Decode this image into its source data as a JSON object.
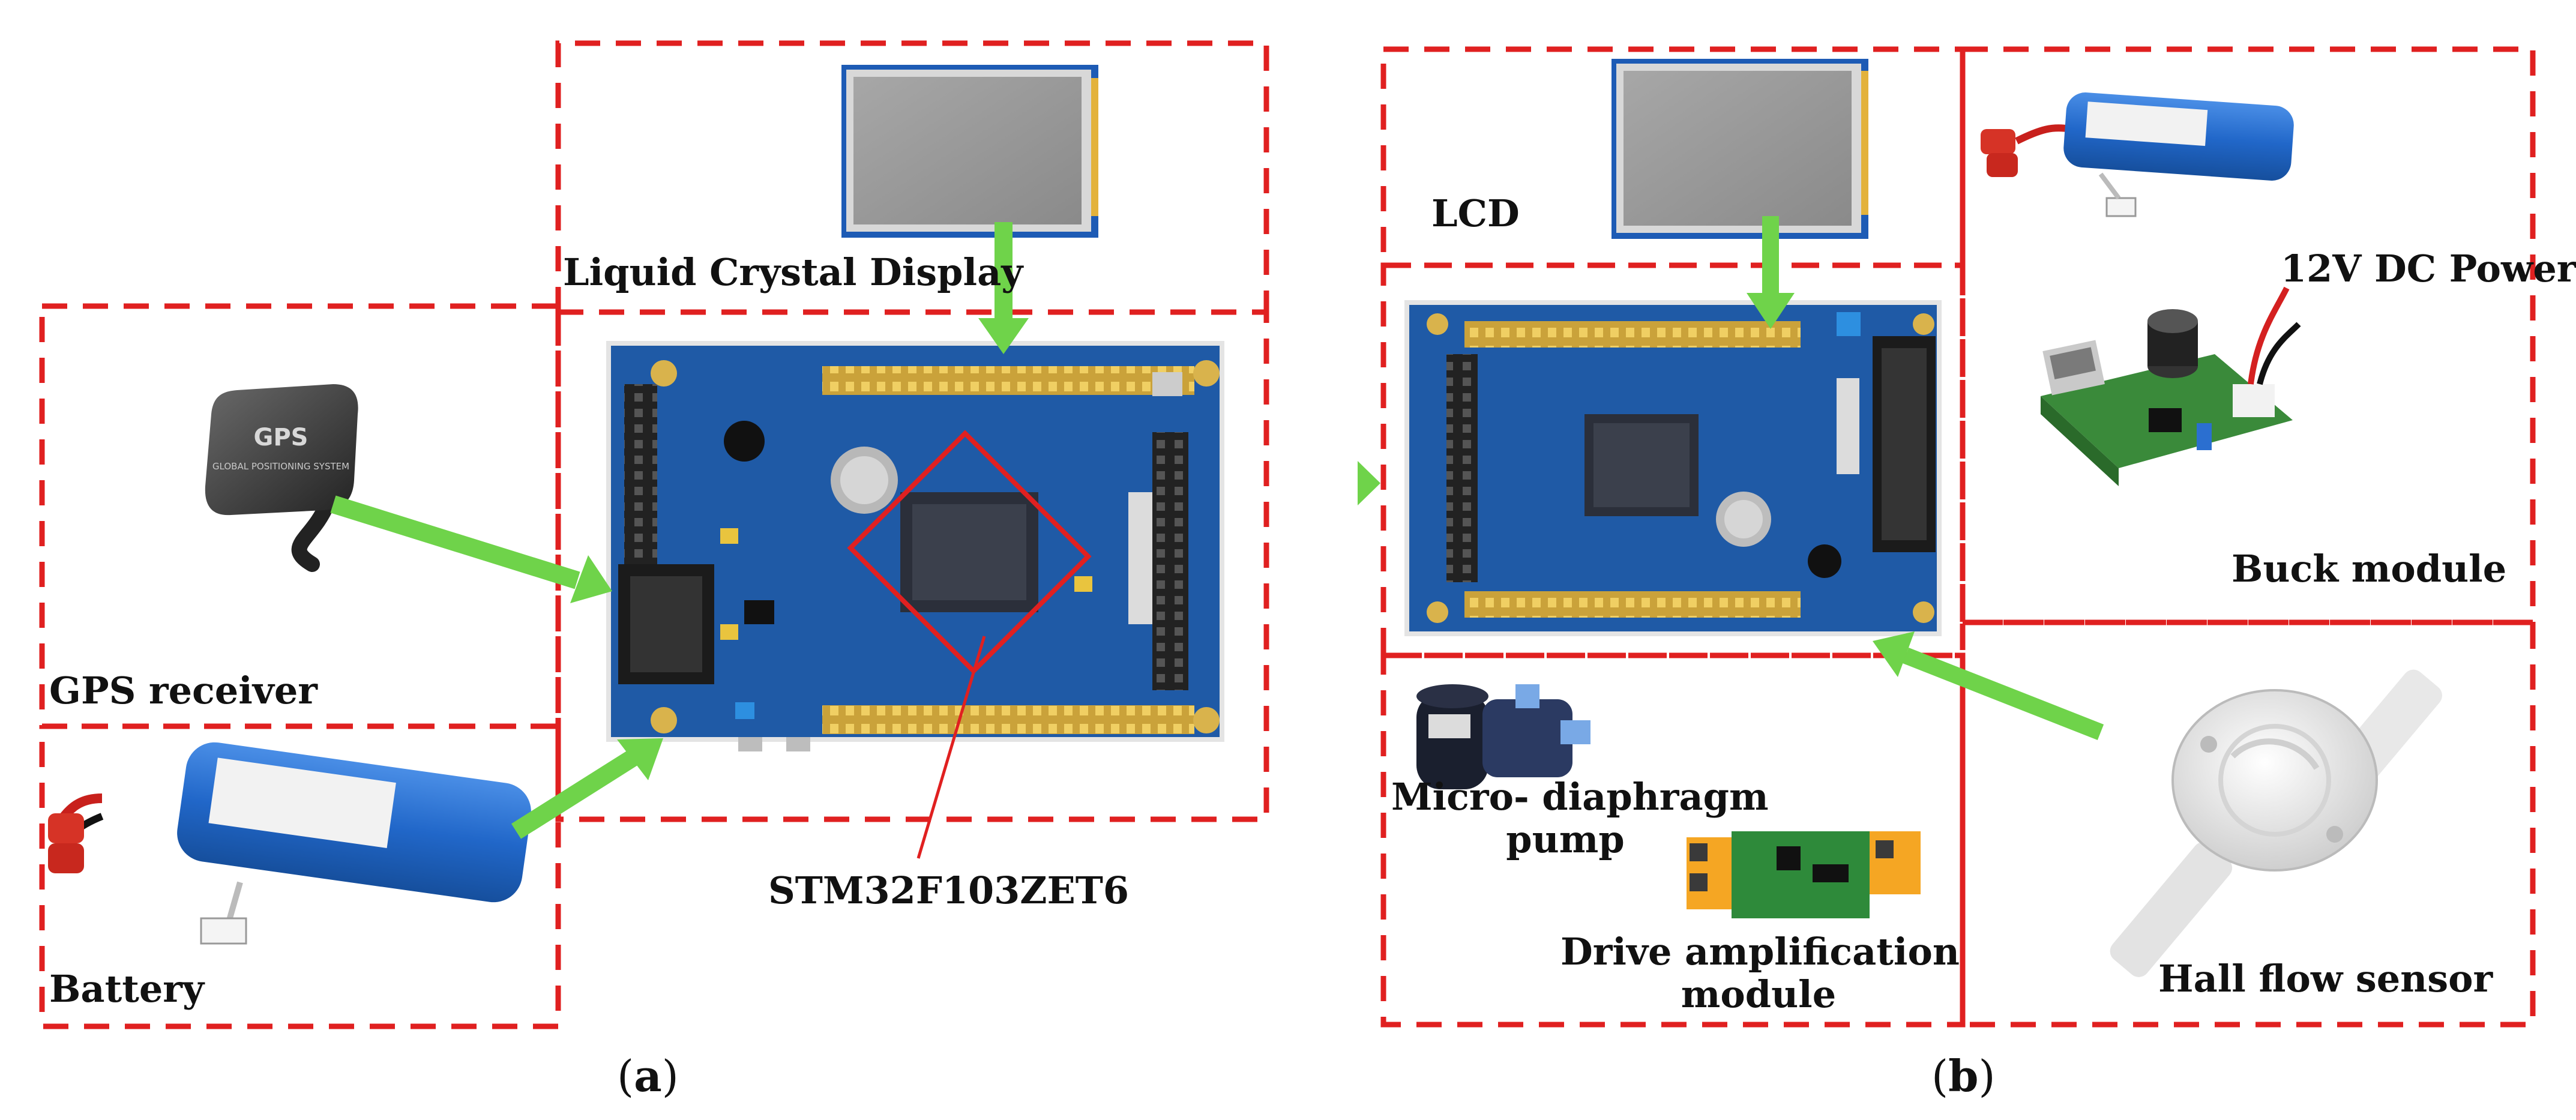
{
  "panel_a": {
    "component_labels": {
      "lcd": "Liquid Crystal Display",
      "gps": "GPS receiver",
      "battery": "Battery",
      "mcu": "STM32F103ZET6"
    },
    "icon_text": {
      "gps_logo": "GPS",
      "gps_sub": "GLOBAL POSITIONING SYSTEM"
    },
    "caption": {
      "open": "(",
      "letter": "a",
      "close": ")"
    }
  },
  "panel_b": {
    "component_labels": {
      "lcd": "LCD",
      "power": "12V DC Power",
      "buck": "Buck module",
      "pump_line1": "Micro- diaphragm",
      "pump_line2": "pump",
      "drive_line1": "Drive amplification",
      "drive_line2": "module",
      "hall": "Hall flow sensor"
    },
    "caption": {
      "open": "(",
      "letter": "b",
      "close": ")"
    }
  },
  "colors": {
    "box_border": "#e02020",
    "arrow": "#6fd34a",
    "pcb": "#1f5aa6",
    "chip_highlight": "#e02020"
  },
  "icons": [
    "lcd-screen-icon",
    "gps-antenna-icon",
    "lipo-battery-icon",
    "stm32-board-icon",
    "buck-module-icon",
    "diaphragm-pump-icon",
    "drive-module-icon",
    "hall-flow-sensor-icon"
  ]
}
